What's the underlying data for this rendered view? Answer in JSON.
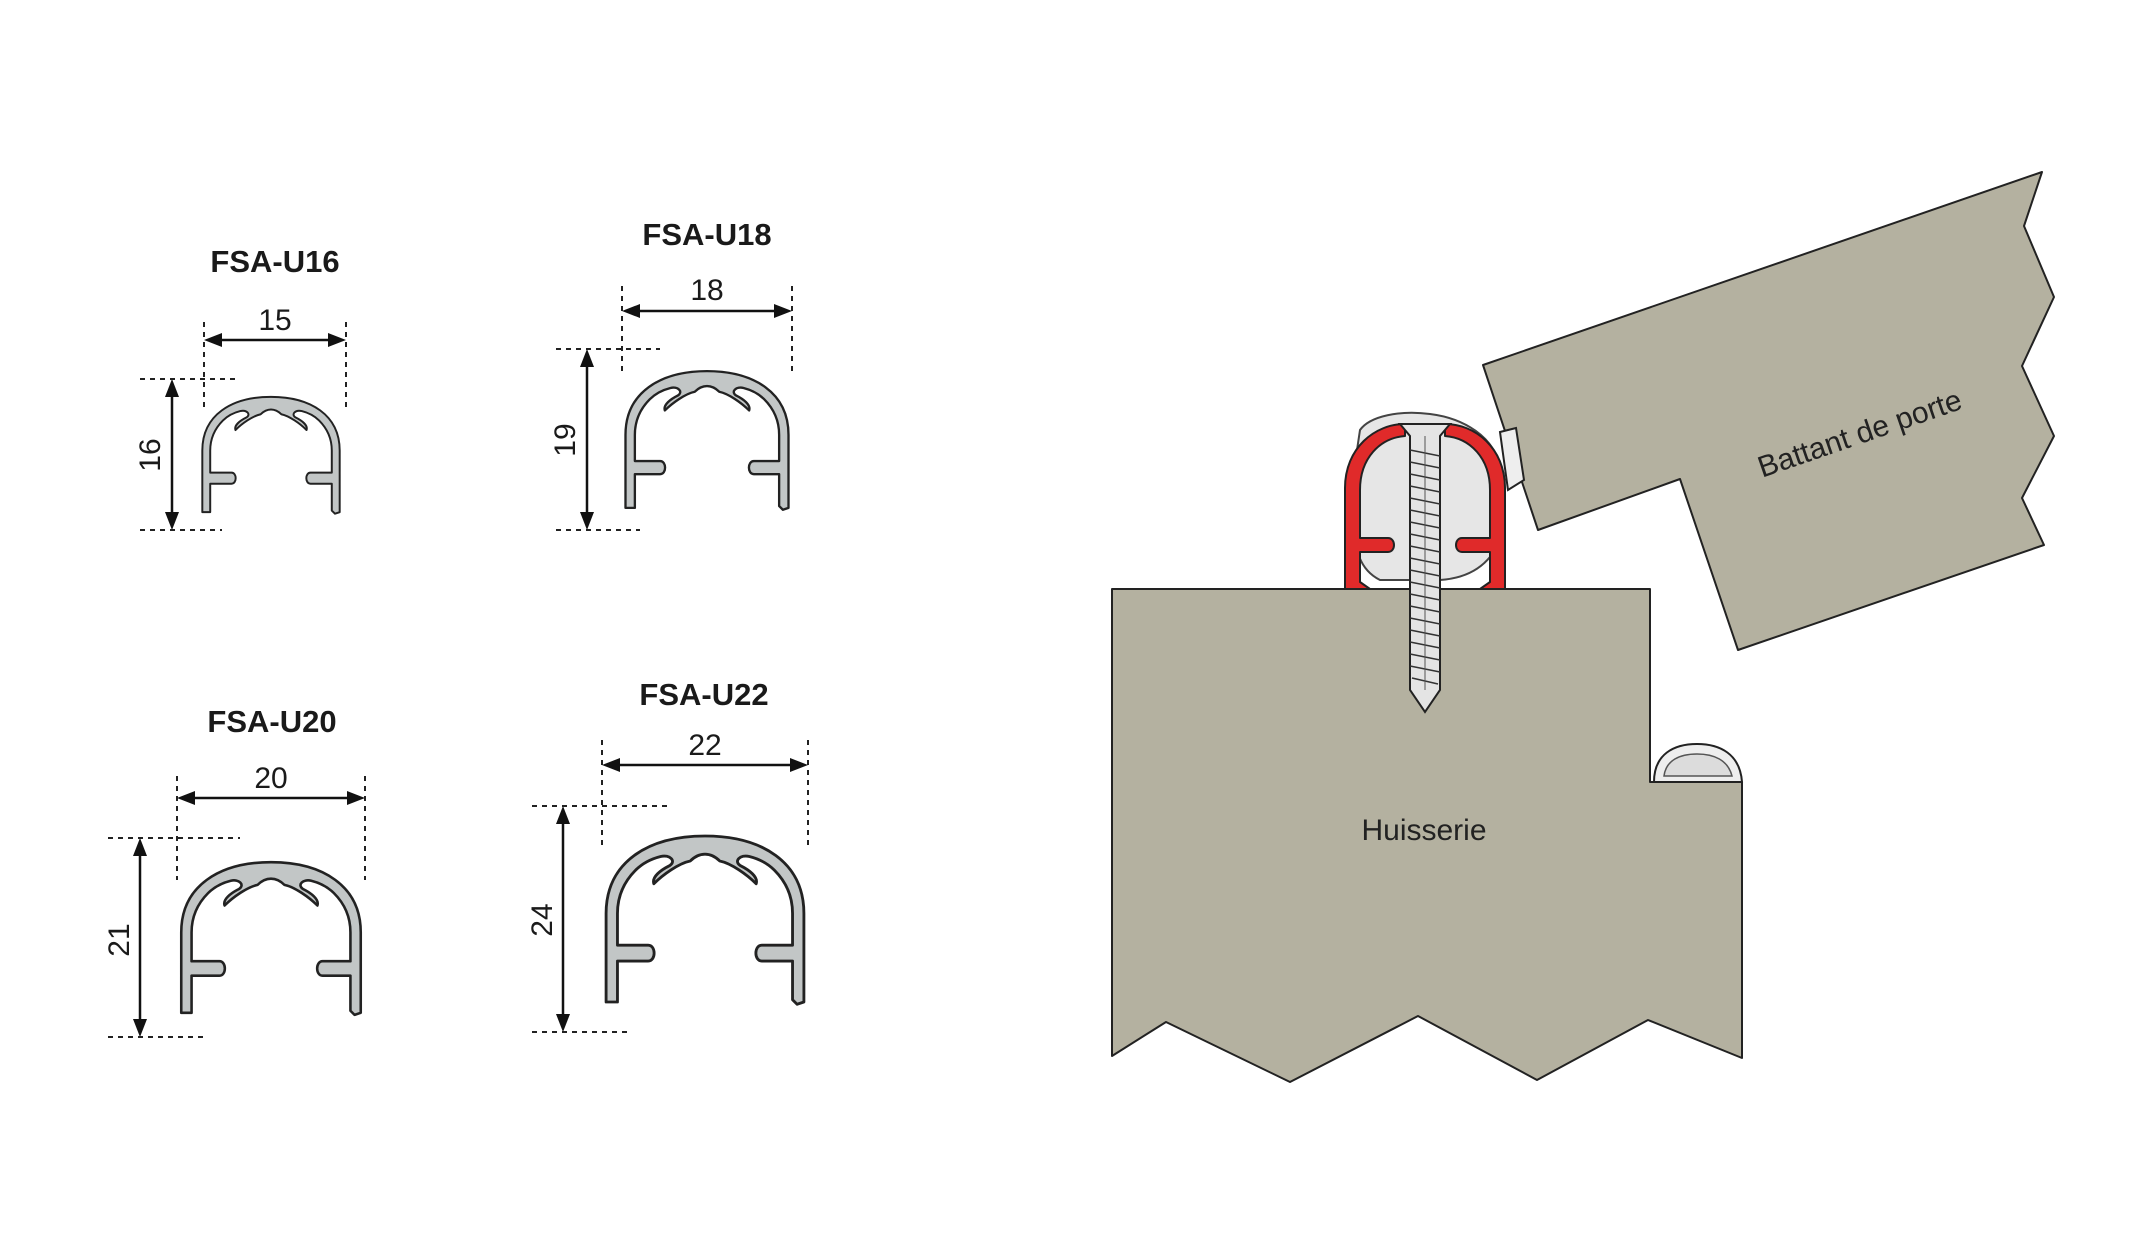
{
  "profiles": [
    {
      "id": "u16",
      "title": "FSA-U16",
      "width": "15",
      "height": "16"
    },
    {
      "id": "u18",
      "title": "FSA-U18",
      "width": "18",
      "height": "19"
    },
    {
      "id": "u20",
      "title": "FSA-U20",
      "width": "20",
      "height": "21"
    },
    {
      "id": "u22",
      "title": "FSA-U22",
      "width": "22",
      "height": "24"
    }
  ],
  "assembly": {
    "door_leaf_label": "Battant de porte",
    "frame_label": "Huisserie",
    "highlight_color": "#e02a2a",
    "wood_color": "#b4b1a0",
    "profile_color": "#c2c6c6"
  }
}
